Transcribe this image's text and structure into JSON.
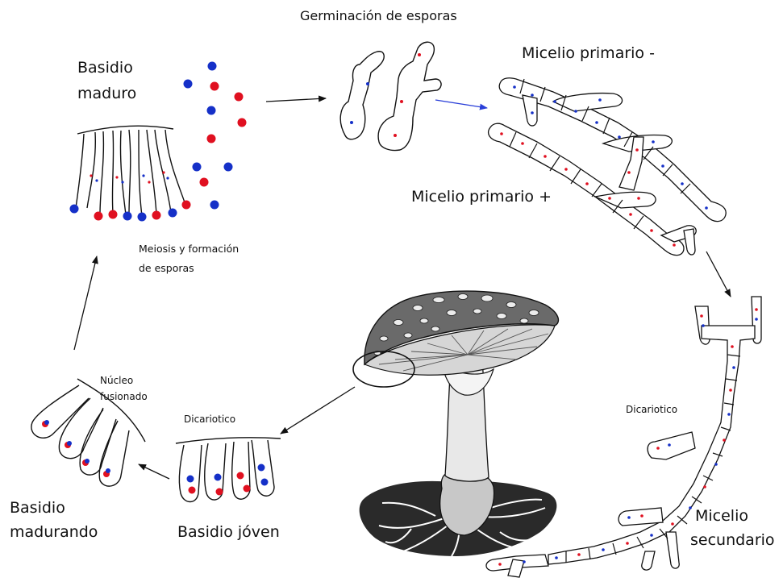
{
  "labels": {
    "basidio_maduro_1": "Basidio",
    "basidio_maduro_2": "maduro",
    "germinacion": "Germinación de esporas",
    "micelio_primario_menos": "Micelio primario -",
    "micelio_primario_mas": "Micelio primario +",
    "meiosis_1": "Meiosis y formación",
    "meiosis_2": "de esporas",
    "nucleo_1": "Núcleo",
    "nucleo_2": "fusionado",
    "dicariotico_left": "Dicariotico",
    "dicariotico_right": "Dicariotico",
    "basidio_madurando_1": "Basidio",
    "basidio_madurando_2": "madurando",
    "basidio_joven": "Basidio jóven",
    "micelio_secundario_1": "Micelio",
    "micelio_secundario_2": "secundario"
  },
  "colors": {
    "nucleus_red": "#e01020",
    "nucleus_blue": "#1530c8",
    "outline": "#111111",
    "blue_arrow": "#2a3fd8",
    "cap_dark": "#6a6a6a",
    "mycelium_dark": "#2a2a2a"
  }
}
